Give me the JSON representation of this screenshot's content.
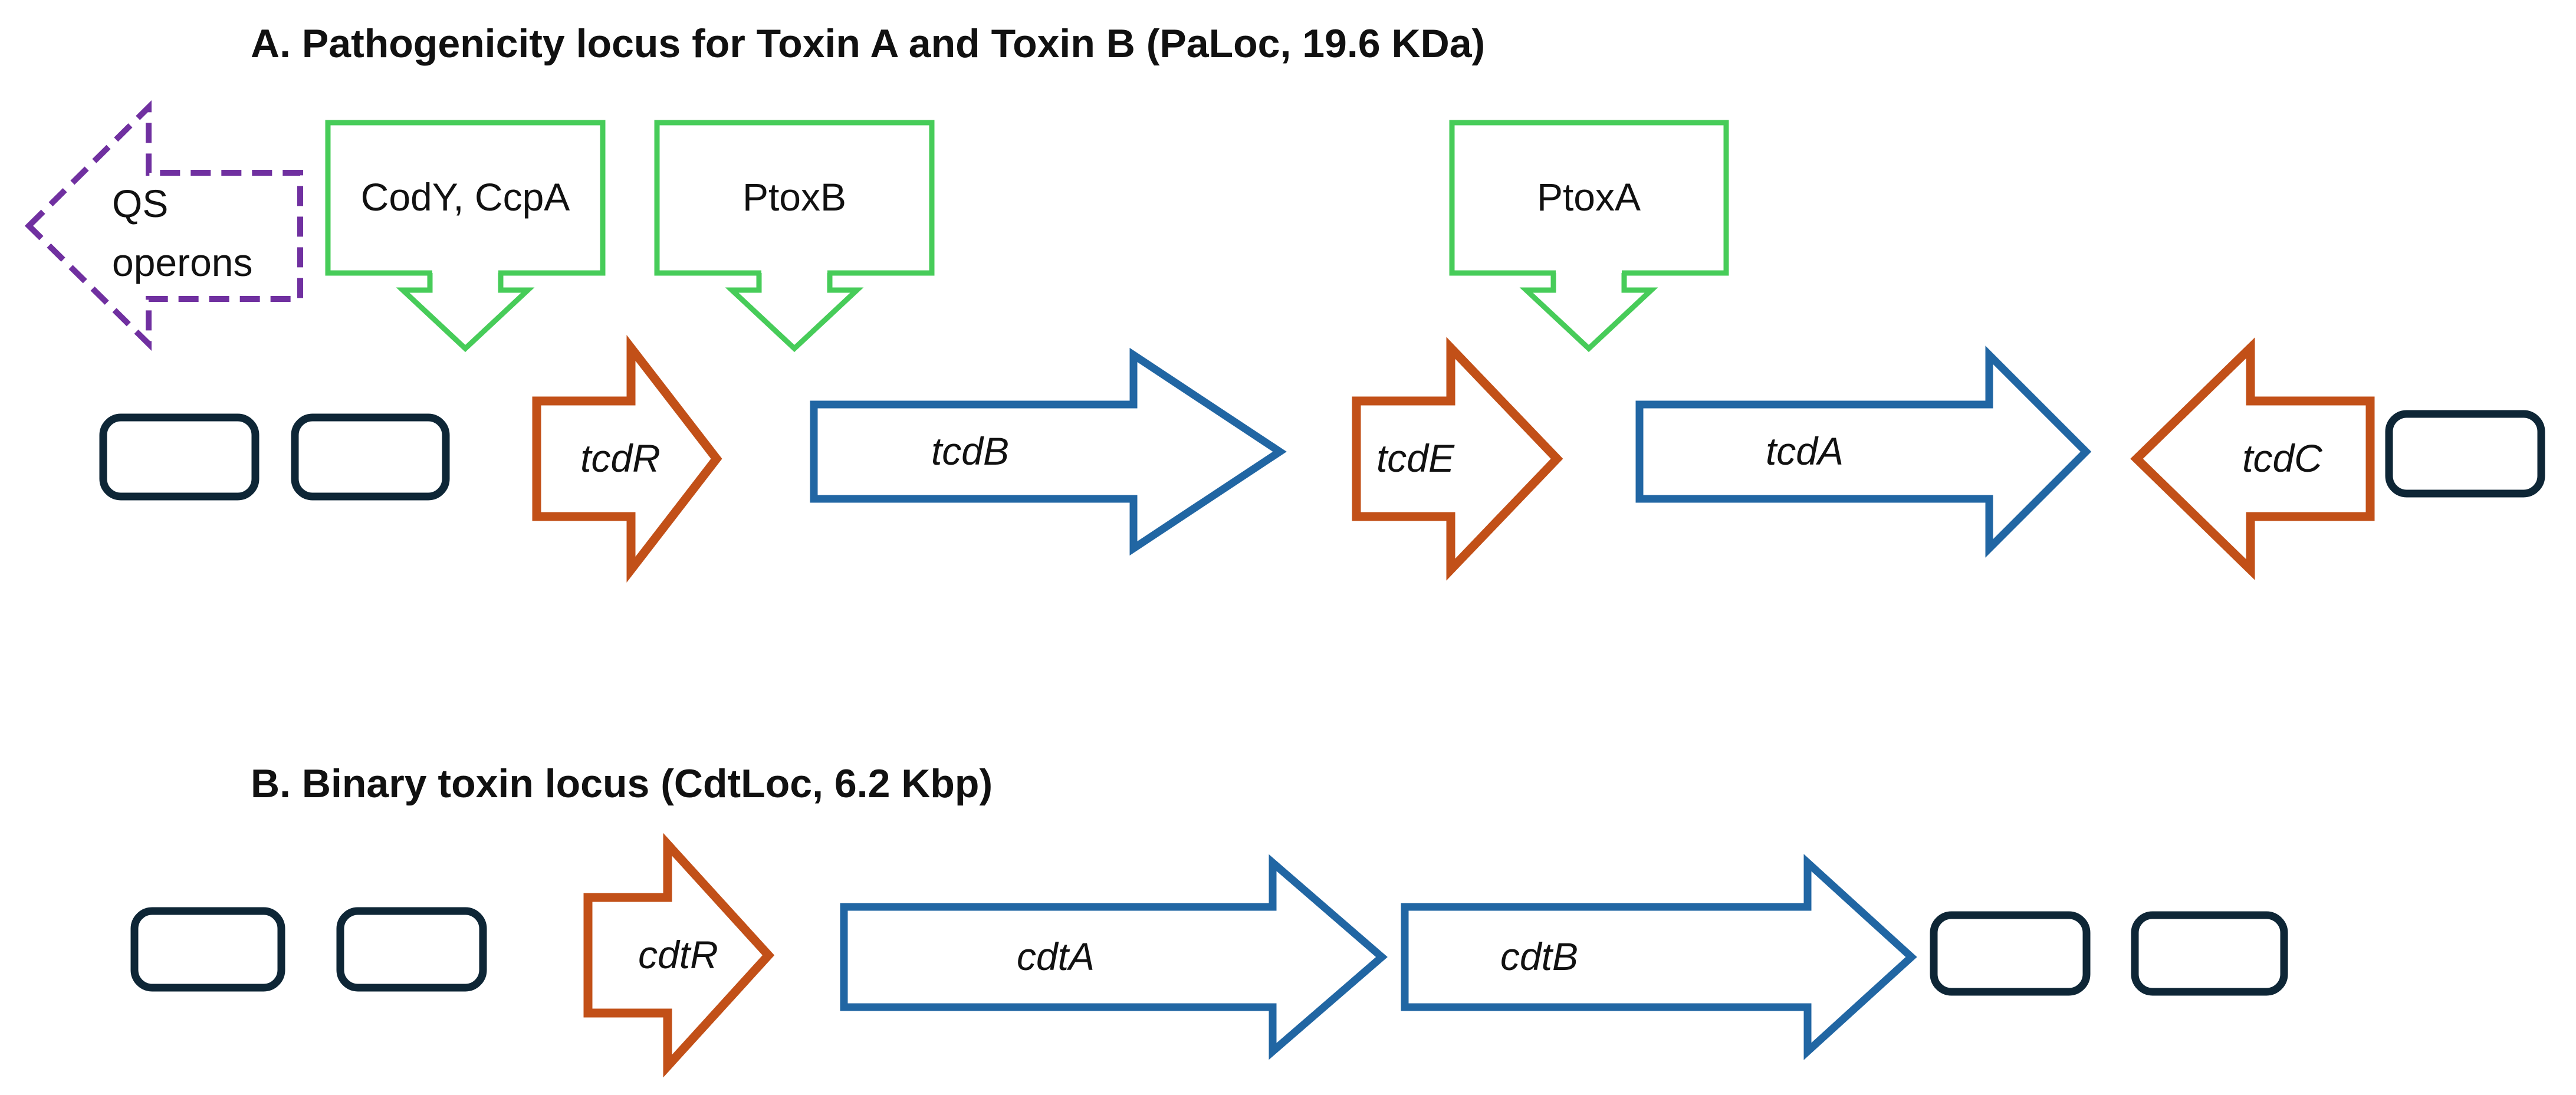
{
  "titles": {
    "section_a": "A. Pathogenicity locus for Toxin A and Toxin B (PaLoc, 19.6 KDa)",
    "section_b": "B. Binary toxin locus (CdtLoc, 6.2 Kbp)"
  },
  "regulators": {
    "qs_operons": {
      "line1": "QS",
      "line2": "operons"
    },
    "cody_ccpa": "CodY, CcpA",
    "ptoxb": "PtoxB",
    "ptoxa": "PtoxA"
  },
  "genes": {
    "tcdR": "tcdR",
    "tcdB": "tcdB",
    "tcdE": "tcdE",
    "tcdA": "tcdA",
    "tcdC": "tcdC",
    "cdtR": "cdtR",
    "cdtA": "cdtA",
    "cdtB": "cdtB"
  },
  "colors": {
    "green": "#47cc59",
    "purple": "#7030a0",
    "orange": "#c25018",
    "blue": "#2166a3",
    "navy": "#0e2636",
    "text": "#111111"
  }
}
